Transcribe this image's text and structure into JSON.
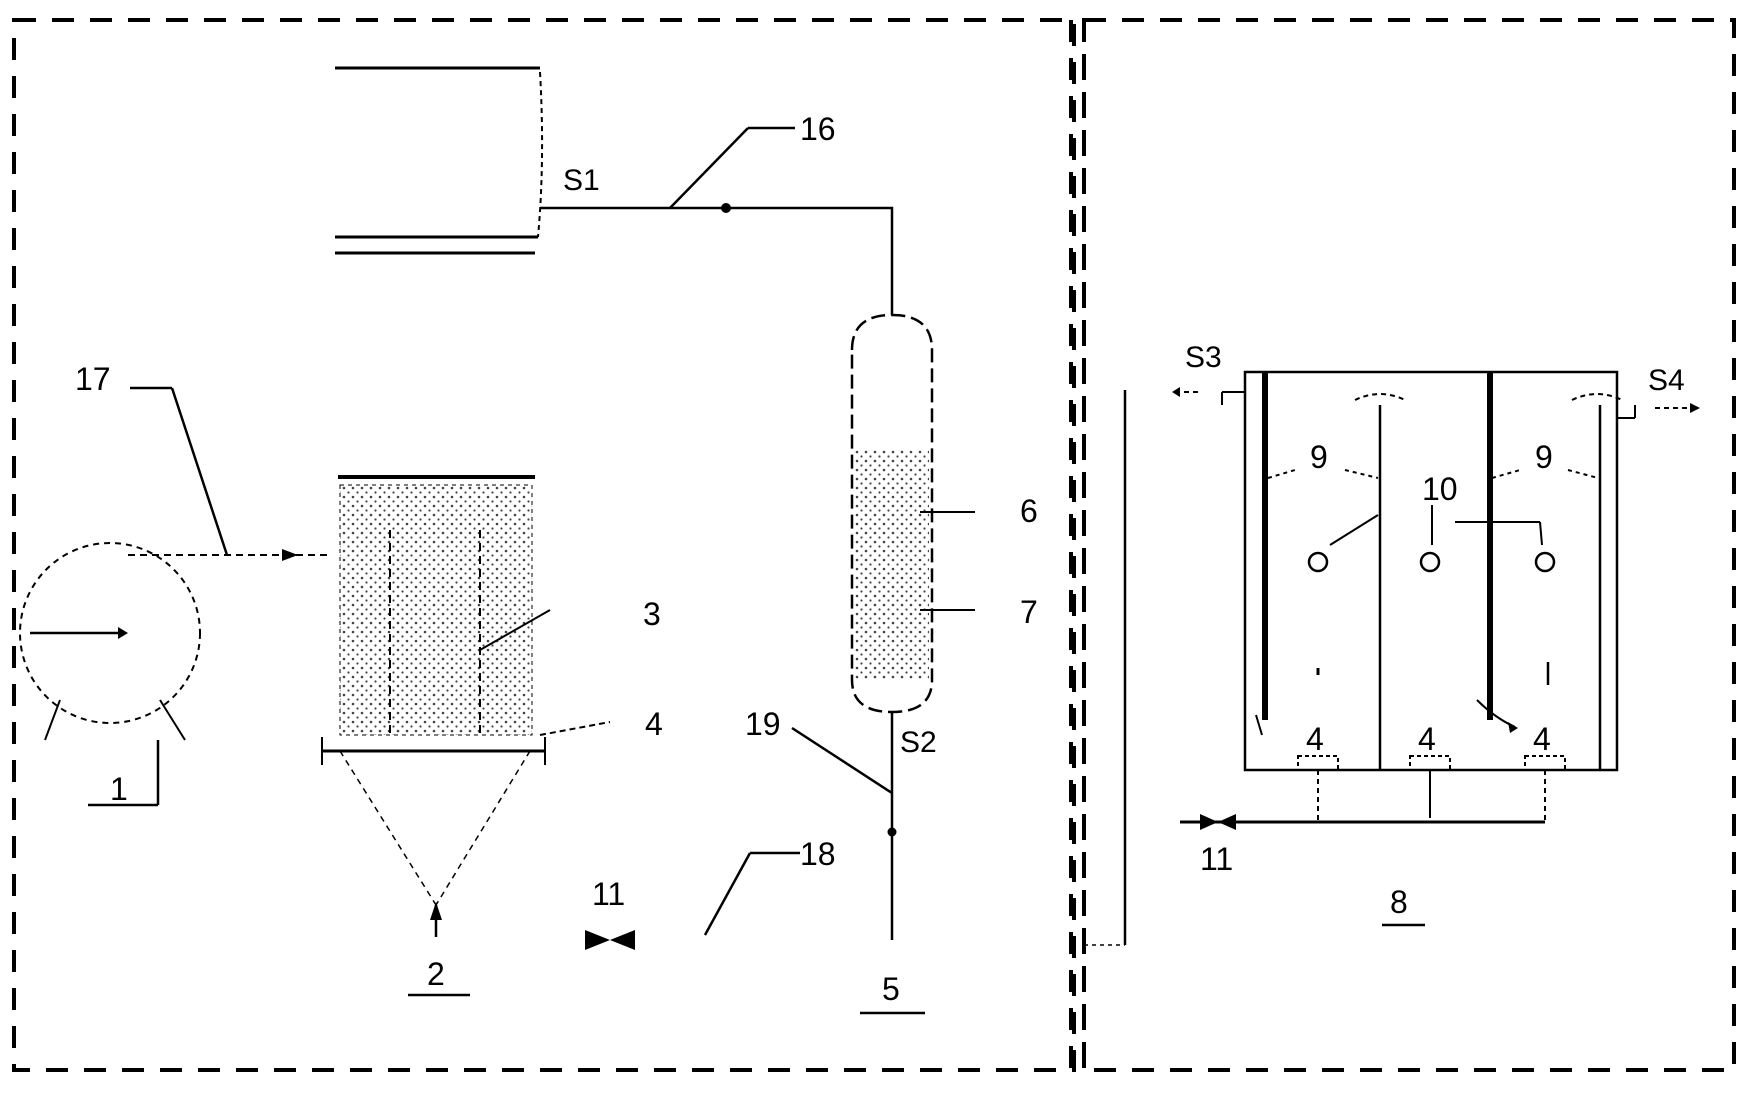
{
  "labels": {
    "l1": "1",
    "l2": "2",
    "l3": "3",
    "l4a": "4",
    "l5": "5",
    "l6": "6",
    "l7": "7",
    "l8": "8",
    "l9a": "9",
    "l9b": "9",
    "l10": "10",
    "l11a": "11",
    "l11b": "11",
    "l16": "16",
    "l17": "17",
    "l18": "18",
    "l19": "19",
    "s1": "S1",
    "s2": "S2",
    "s3": "S3",
    "s4": "S4",
    "l4b": "4",
    "l4c": "4",
    "l4d": "4"
  },
  "colors": {
    "line": "#000000",
    "fill": "#555555"
  }
}
